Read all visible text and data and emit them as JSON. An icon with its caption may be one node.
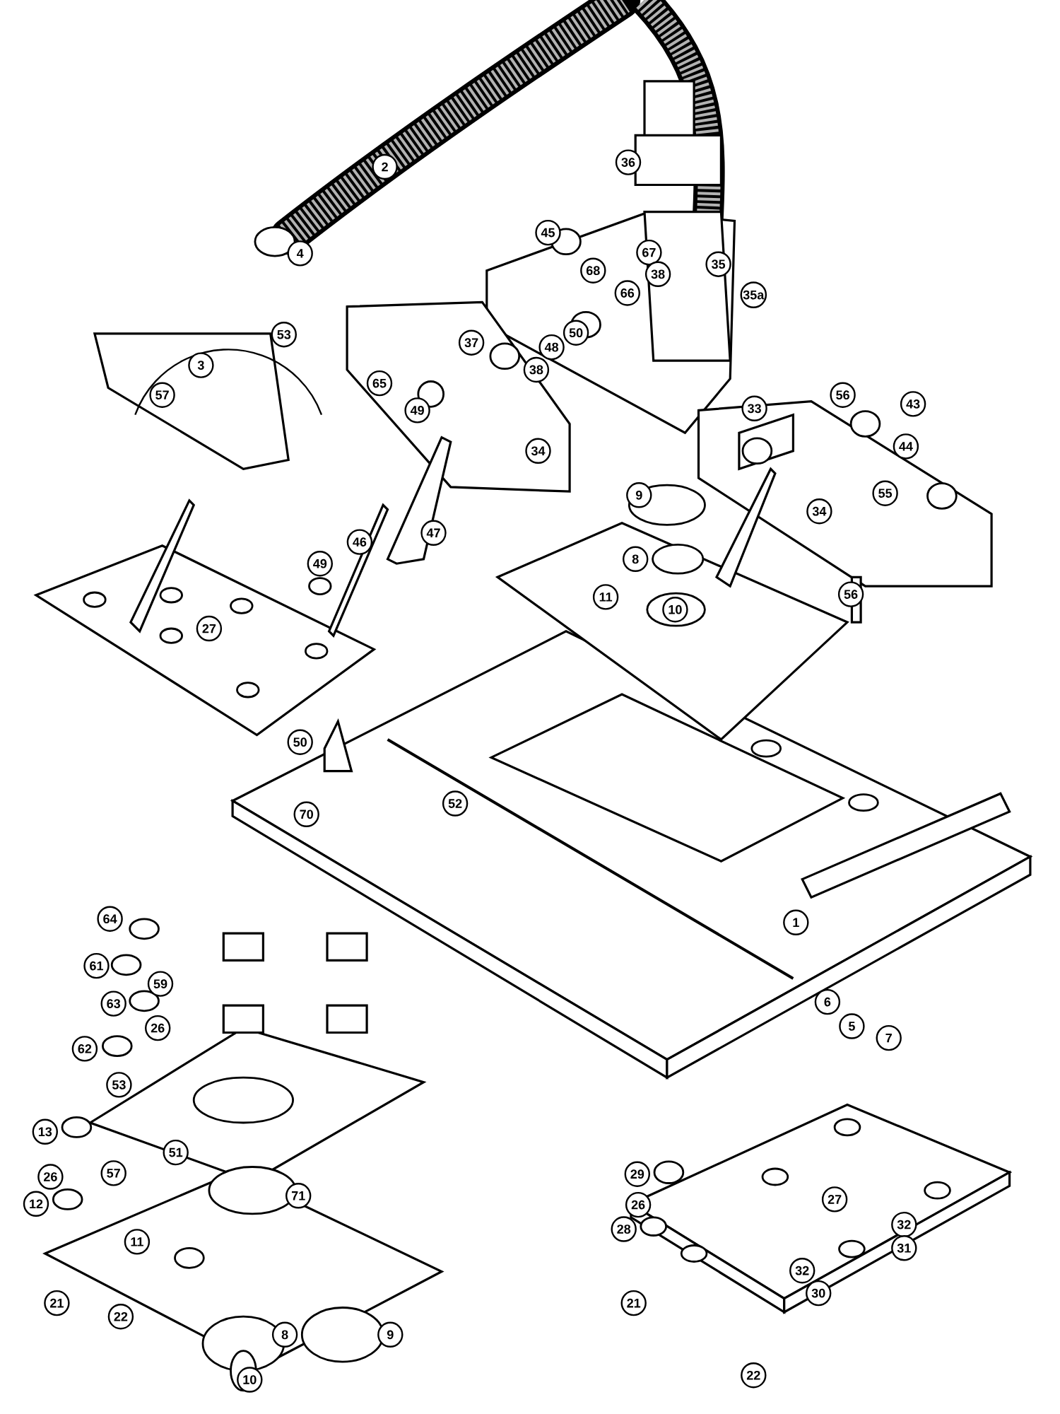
{
  "diagram": {
    "labels": [
      "2",
      "36",
      "45",
      "67",
      "35",
      "4",
      "68",
      "38",
      "66",
      "35a",
      "53",
      "50",
      "37",
      "48",
      "3",
      "38",
      "65",
      "56",
      "57",
      "43",
      "33",
      "49",
      "44",
      "34",
      "9",
      "55",
      "34",
      "47",
      "46",
      "8",
      "49",
      "11",
      "56",
      "10",
      "27",
      "50",
      "52",
      "70",
      "1",
      "64",
      "61",
      "59",
      "63",
      "26",
      "6",
      "5",
      "7",
      "62",
      "53",
      "13",
      "51",
      "57",
      "26",
      "29",
      "27",
      "12",
      "71",
      "26",
      "32",
      "28",
      "31",
      "11",
      "32",
      "30",
      "21",
      "21",
      "22",
      "8",
      "9",
      "22",
      "10"
    ]
  }
}
